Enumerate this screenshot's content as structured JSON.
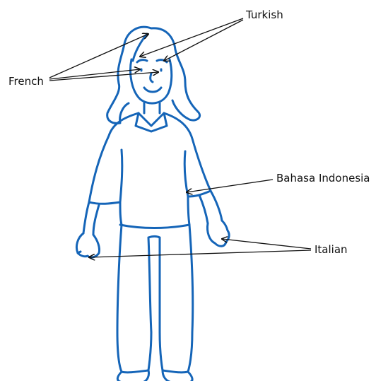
{
  "labels": {
    "turkish": "Turkish",
    "french": "French",
    "bahasa_indonesia": "Bahasa Indonesia",
    "italian": "Italian"
  },
  "colors": {
    "figure_stroke": "#1565b8",
    "text": "#111111",
    "leader_lines": "#111111",
    "background": "#ffffff"
  }
}
